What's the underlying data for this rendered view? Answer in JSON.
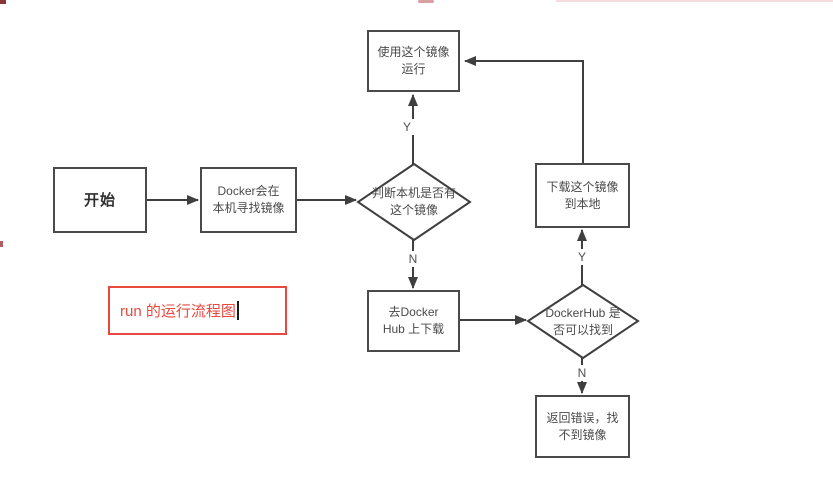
{
  "flowchart": {
    "nodes": {
      "start": {
        "label": "开始"
      },
      "find_local": {
        "label": "Docker会在\n本机寻找镜像"
      },
      "check_local": {
        "label": "判断本机是否有\n这个镜像"
      },
      "use_image": {
        "label": "使用这个镜像\n运行"
      },
      "download": {
        "label": "下载这个镜像\n到本地"
      },
      "go_hub": {
        "label": "去Docker\nHub 上下载"
      },
      "check_hub": {
        "label": "DockerHub 是\n否可以找到"
      },
      "error": {
        "label": "返回错误，找\n不到镜像"
      }
    },
    "branch_labels": {
      "yes": "Y",
      "no": "N"
    },
    "colors": {
      "line": "#3f3f3f",
      "node_border": "#4a4a4a",
      "node_fill": "#ffffff",
      "text": "#4a4a4a"
    }
  },
  "annotation": {
    "text": "run 的运行流程图",
    "color": "#e8493f"
  }
}
